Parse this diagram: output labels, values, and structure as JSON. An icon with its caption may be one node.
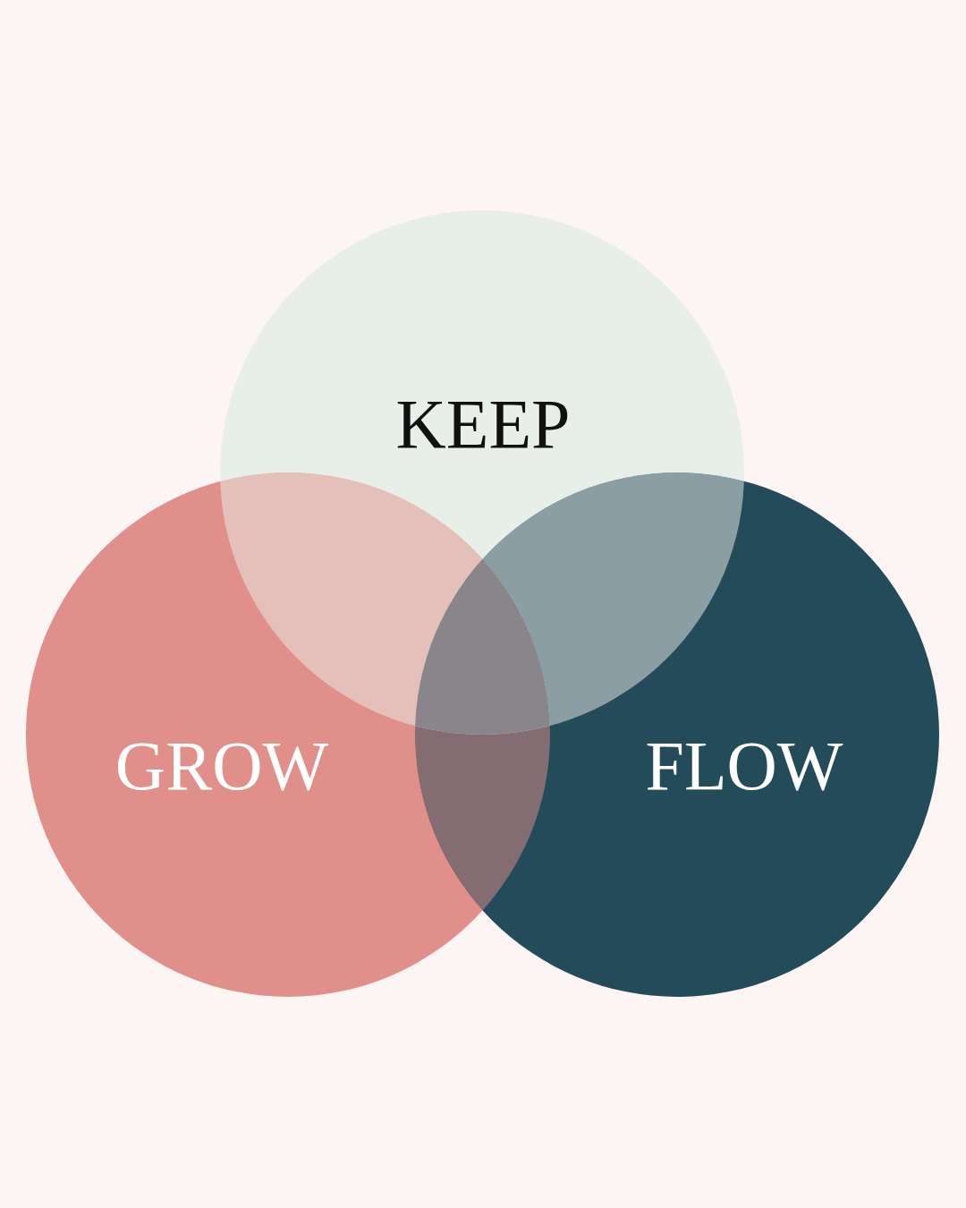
{
  "diagram": {
    "nodes": [
      {
        "text": [
          "KEEP"
        ]
      },
      {
        "text": [
          "GROW"
        ]
      },
      {
        "text": [
          "FLOW"
        ]
      }
    ]
  }
}
